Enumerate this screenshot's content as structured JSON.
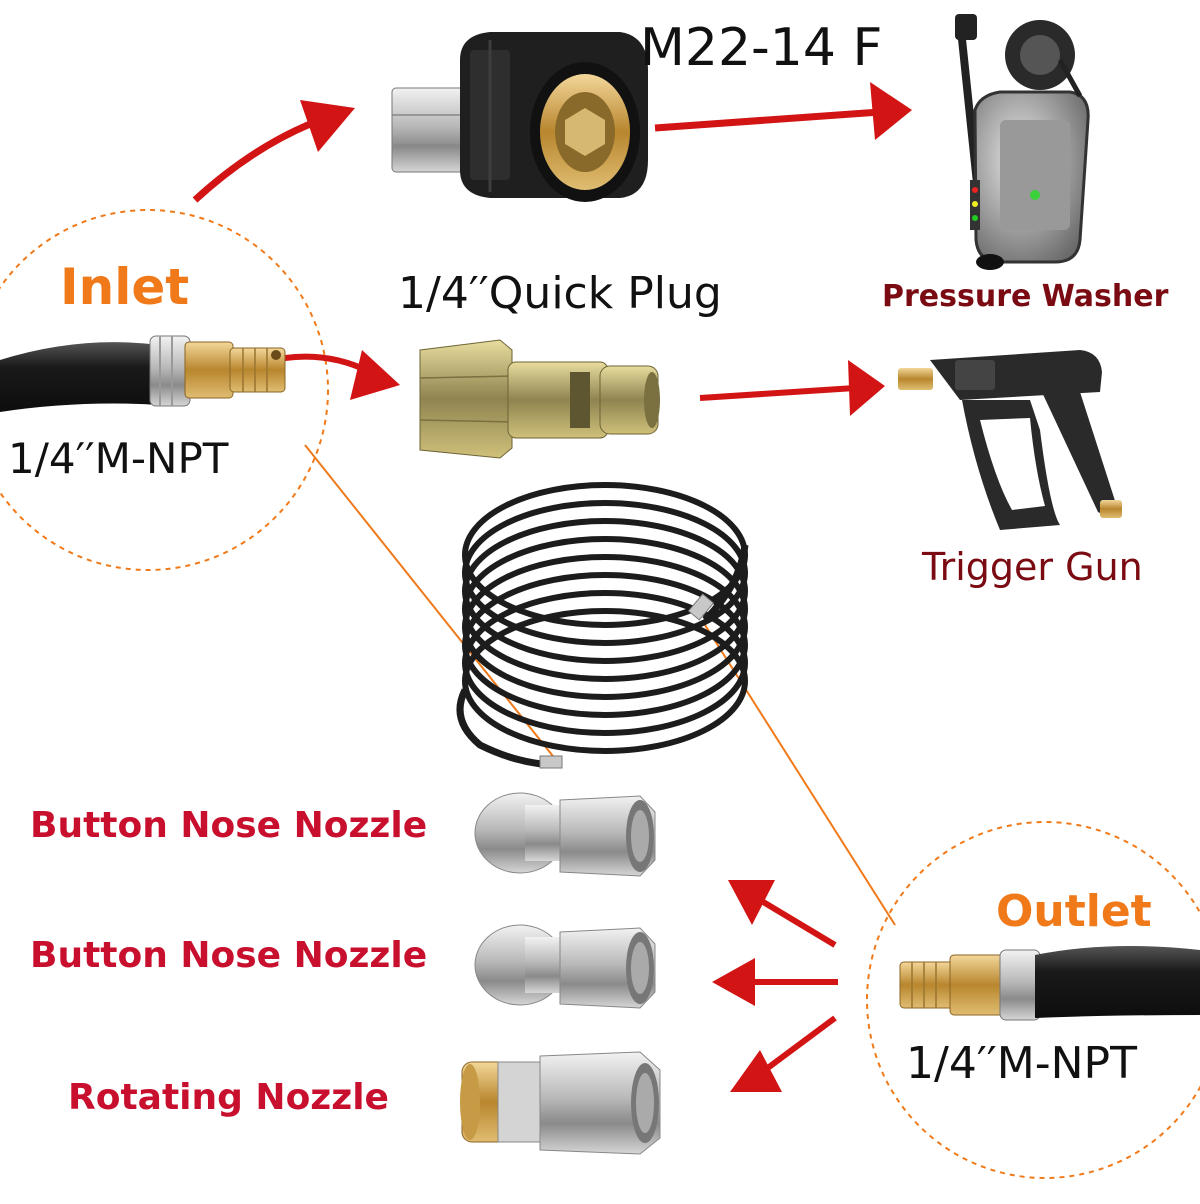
{
  "labels": {
    "m22": "M22-14 F",
    "quick_plug": "1/4′′Quick Plug",
    "inlet": "Inlet",
    "inlet_npt": "1/4′′M-NPT",
    "pressure_washer": "Pressure Washer",
    "trigger_gun": "Trigger Gun",
    "nozzle1": "Button Nose Nozzle",
    "nozzle2": "Button Nose Nozzle",
    "nozzle3": "Rotating Nozzle",
    "outlet": "Outlet",
    "outlet_npt": "1/4′′M-NPT"
  },
  "colors": {
    "arrow_red": "#d21414",
    "orange_accent": "#f07a1a",
    "nozzle_label_red": "#c8102e",
    "device_label_maroon": "#7a0b12",
    "hose_black": "#1b1b1b",
    "brass": "#c79a45",
    "steel": "#c8c8c8"
  },
  "icons": {
    "m22_coupler": "m22-coupler-icon",
    "quick_plug": "quick-plug-icon",
    "pressure_washer": "pressure-washer-icon",
    "trigger_gun": "trigger-gun-icon",
    "hose_coil": "hose-coil-icon",
    "button_nozzle": "button-nose-nozzle-icon",
    "rotating_nozzle": "rotating-nozzle-icon"
  }
}
